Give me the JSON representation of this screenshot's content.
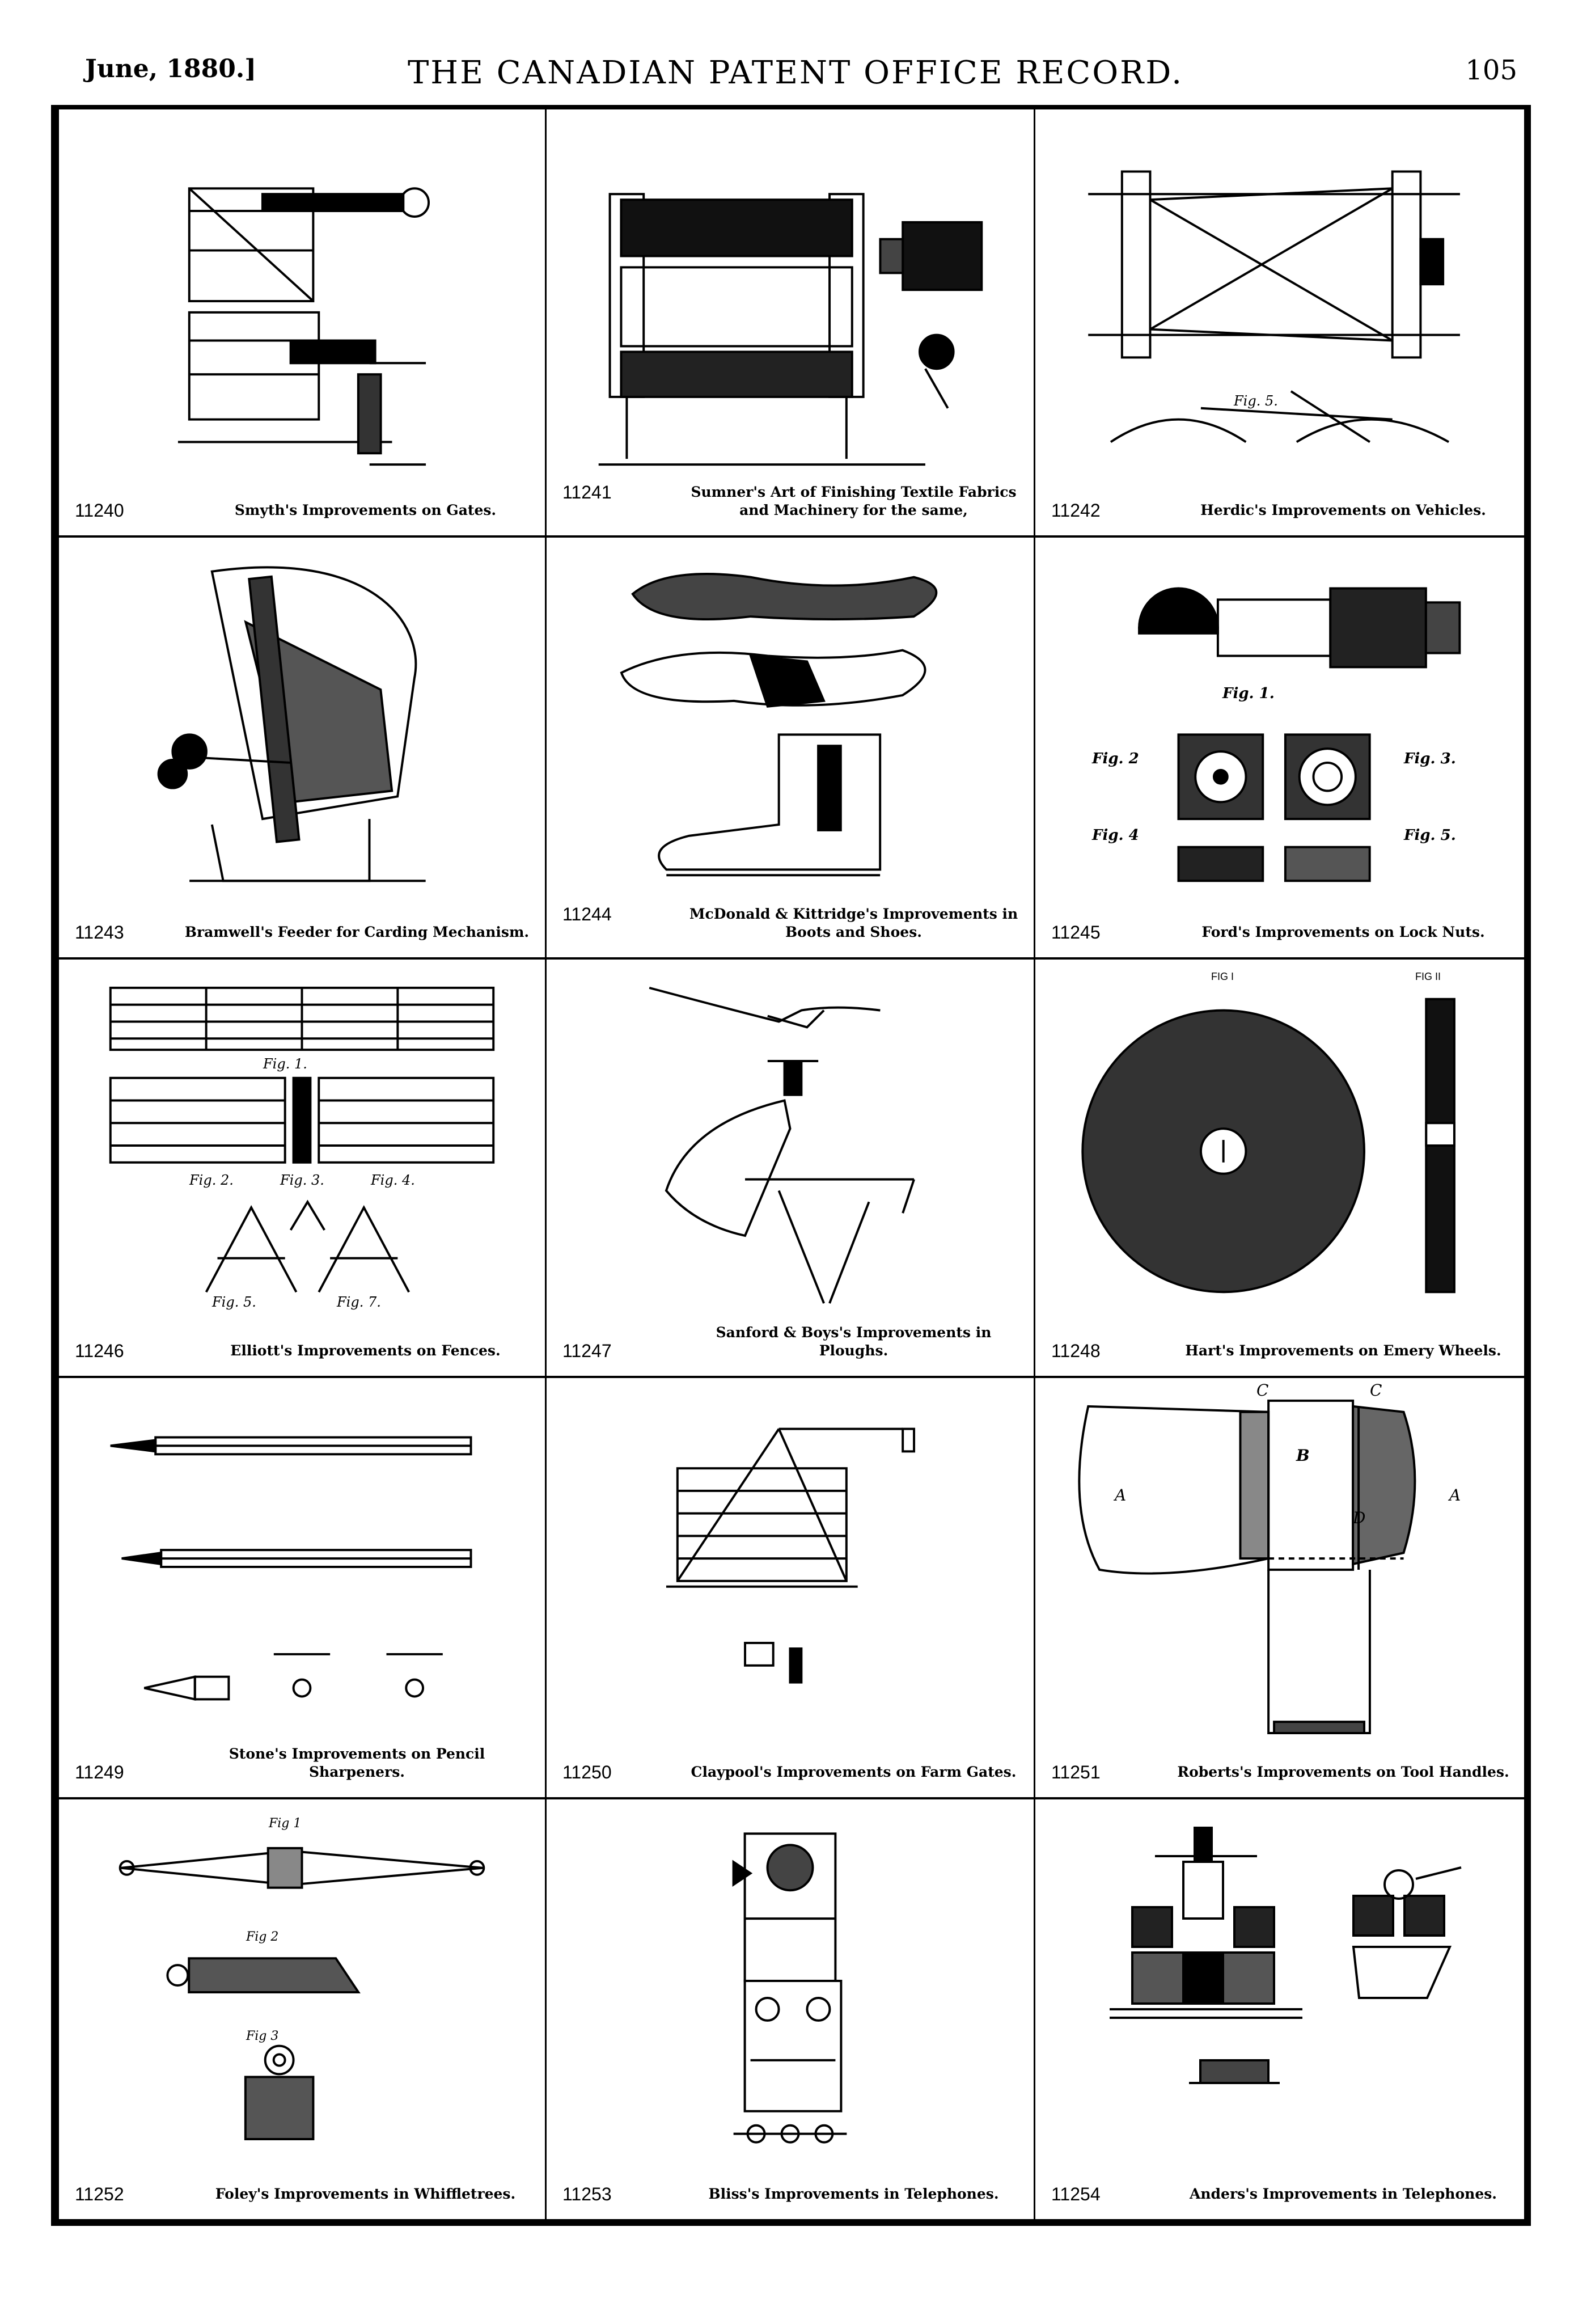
{
  "header": {
    "date": "June, 1880.]",
    "title": "THE CANADIAN PATENT OFFICE RECORD.",
    "page": "105"
  },
  "patents": [
    {
      "number": "11240",
      "caption": "Smyth's Improvements on Gates.",
      "icon": "gate-drawing",
      "labels": []
    },
    {
      "number": "11241",
      "caption": "Sumner's Art of Finishing Textile Fabrics and Machinery for the same,",
      "icon": "textile-machine-drawing",
      "labels": []
    },
    {
      "number": "11242",
      "caption": "Herdic's Improvements on Vehicles.",
      "icon": "vehicle-frame-drawing",
      "labels": [
        "Fig. 5."
      ]
    },
    {
      "number": "11243",
      "caption": "Bramwell's Feeder for Carding Mechanism.",
      "icon": "carding-feeder-drawing",
      "labels": []
    },
    {
      "number": "11244",
      "caption": "McDonald & Kittridge's Improvements in Boots and Shoes.",
      "icon": "boots-shoes-drawing",
      "labels": []
    },
    {
      "number": "11245",
      "caption": "Ford's Improvements on Lock Nuts.",
      "icon": "lock-nut-drawing",
      "labels": [
        "Fig. 1.",
        "Fig. 2",
        "Fig. 3.",
        "Fig. 4",
        "Fig. 5."
      ]
    },
    {
      "number": "11246",
      "caption": "Elliott's Improvements on Fences.",
      "icon": "fence-drawing",
      "labels": [
        "Fig. 1.",
        "Fig. 2.",
        "Fig. 3.",
        "Fig. 4.",
        "Fig. 5.",
        "Fig. 7."
      ]
    },
    {
      "number": "11247",
      "caption": "Sanford & Boys's Improvements in Ploughs.",
      "icon": "plough-drawing",
      "labels": []
    },
    {
      "number": "11248",
      "caption": "Hart's Improvements on Emery Wheels.",
      "icon": "emery-wheel-drawing",
      "labels": [
        "FIG I",
        "FIG II"
      ]
    },
    {
      "number": "11249",
      "caption": "Stone's Improvements on Pencil Sharpeners.",
      "icon": "pencil-sharpener-drawing",
      "labels": []
    },
    {
      "number": "11250",
      "caption": "Claypool's Improvements on Farm Gates.",
      "icon": "farm-gate-drawing",
      "labels": []
    },
    {
      "number": "11251",
      "caption": "Roberts's Improvements on Tool Handles.",
      "icon": "tool-handle-drawing",
      "labels": [
        "A",
        "B",
        "C",
        "D"
      ]
    },
    {
      "number": "11252",
      "caption": "Foley's Improvements in Whiffletrees.",
      "icon": "whiffletree-drawing",
      "labels": [
        "Fig 1",
        "Fig 2",
        "Fig 3"
      ]
    },
    {
      "number": "11253",
      "caption": "Bliss's Improvements in Telephones.",
      "icon": "telephone-drawing",
      "labels": []
    },
    {
      "number": "11254",
      "caption": "Anders's Improvements in Telephones.",
      "icon": "telephone-apparatus-drawing",
      "labels": []
    }
  ]
}
